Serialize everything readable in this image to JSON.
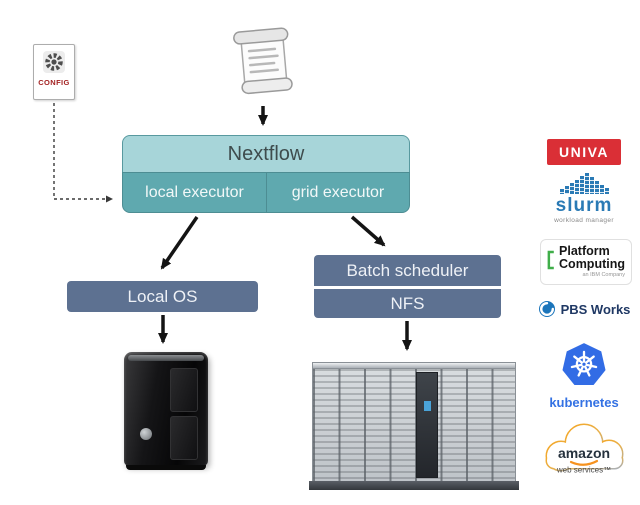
{
  "diagram": {
    "nextflow": "Nextflow",
    "local_executor": "local executor",
    "grid_executor": "grid executor",
    "local_os": "Local OS",
    "batch_scheduler": "Batch scheduler",
    "nfs": "NFS",
    "config": "CONFIG"
  },
  "logos": {
    "univa": "UNIVA",
    "slurm": "slurm",
    "slurm_tagline": "workload manager",
    "platform_line1": "Platform",
    "platform_line2": "Computing",
    "platform_tagline": "an IBM Company",
    "pbs_works": "PBS Works",
    "kubernetes": "kubernetes",
    "aws_name": "amazon",
    "aws_tagline": "web services™"
  },
  "colors": {
    "nextflow_box": "#a7d5d9",
    "executor_box": "#5fa9af",
    "infra_box": "#5d7191",
    "univa_red": "#da2f36",
    "slurm_blue": "#2a7ab5",
    "platform_green": "#3fae49",
    "pbs_blue": "#1b75bb",
    "kubernetes_blue": "#326ce5",
    "aws_orange": "#f6921e"
  }
}
